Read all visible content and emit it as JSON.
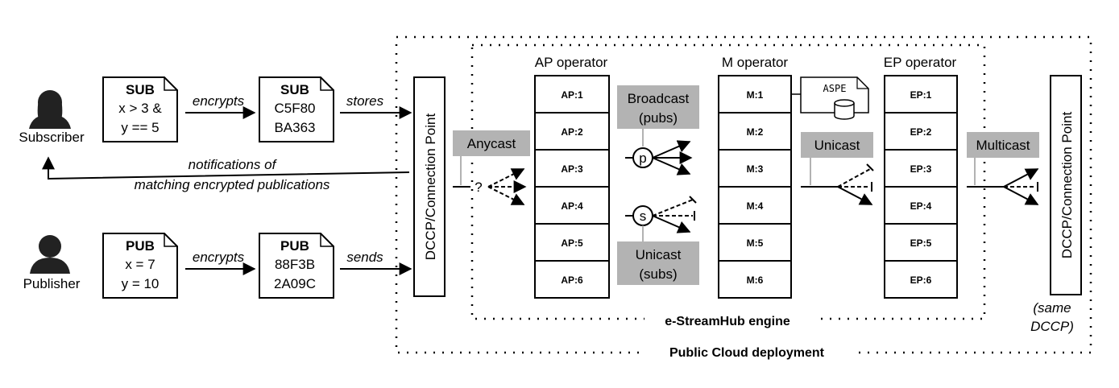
{
  "actors": {
    "subscriber": "Subscriber",
    "publisher": "Publisher"
  },
  "docs": {
    "sub_plain": {
      "title": "SUB",
      "line1": "x > 3 &",
      "line2": "y == 5"
    },
    "sub_enc": {
      "title": "SUB",
      "line1": "C5F80",
      "line2": "BA363"
    },
    "pub_plain": {
      "title": "PUB",
      "line1": "x = 7",
      "line2": "y = 10"
    },
    "pub_enc": {
      "title": "PUB",
      "line1": "88F3B",
      "line2": "2A09C"
    }
  },
  "arrows": {
    "encrypts_sub": "encrypts",
    "encrypts_pub": "encrypts",
    "stores": "stores",
    "sends": "sends",
    "notif_line1": "notifications of",
    "notif_line2": "matching encrypted publications"
  },
  "connection_point": "DCCP/Connection Point",
  "same_dccp": {
    "line1": "(same",
    "line2": "DCCP)"
  },
  "routing": {
    "anycast": "Anycast",
    "broadcast_line1": "Broadcast",
    "broadcast_line2": "(pubs)",
    "unicast_subs_line1": "Unicast",
    "unicast_subs_line2": "(subs)",
    "unicast": "Unicast",
    "multicast": "Multicast",
    "question": "?",
    "p_symbol": "p",
    "s_symbol": "s"
  },
  "operators": {
    "ap": {
      "title": "AP operator",
      "cells": [
        "AP:1",
        "AP:2",
        "AP:3",
        "AP:4",
        "AP:5",
        "AP:6"
      ]
    },
    "m": {
      "title": "M operator",
      "cells": [
        "M:1",
        "M:2",
        "M:3",
        "M:4",
        "M:5",
        "M:6"
      ]
    },
    "ep": {
      "title": "EP operator",
      "cells": [
        "EP:1",
        "EP:2",
        "EP:3",
        "EP:4",
        "EP:5",
        "EP:6"
      ]
    }
  },
  "aspe": "ASPE",
  "engine_label": "e-StreamHub engine",
  "cloud_label": "Public Cloud deployment",
  "colors": {
    "gray_box": "#b3b3b3",
    "stroke": "#000000"
  }
}
